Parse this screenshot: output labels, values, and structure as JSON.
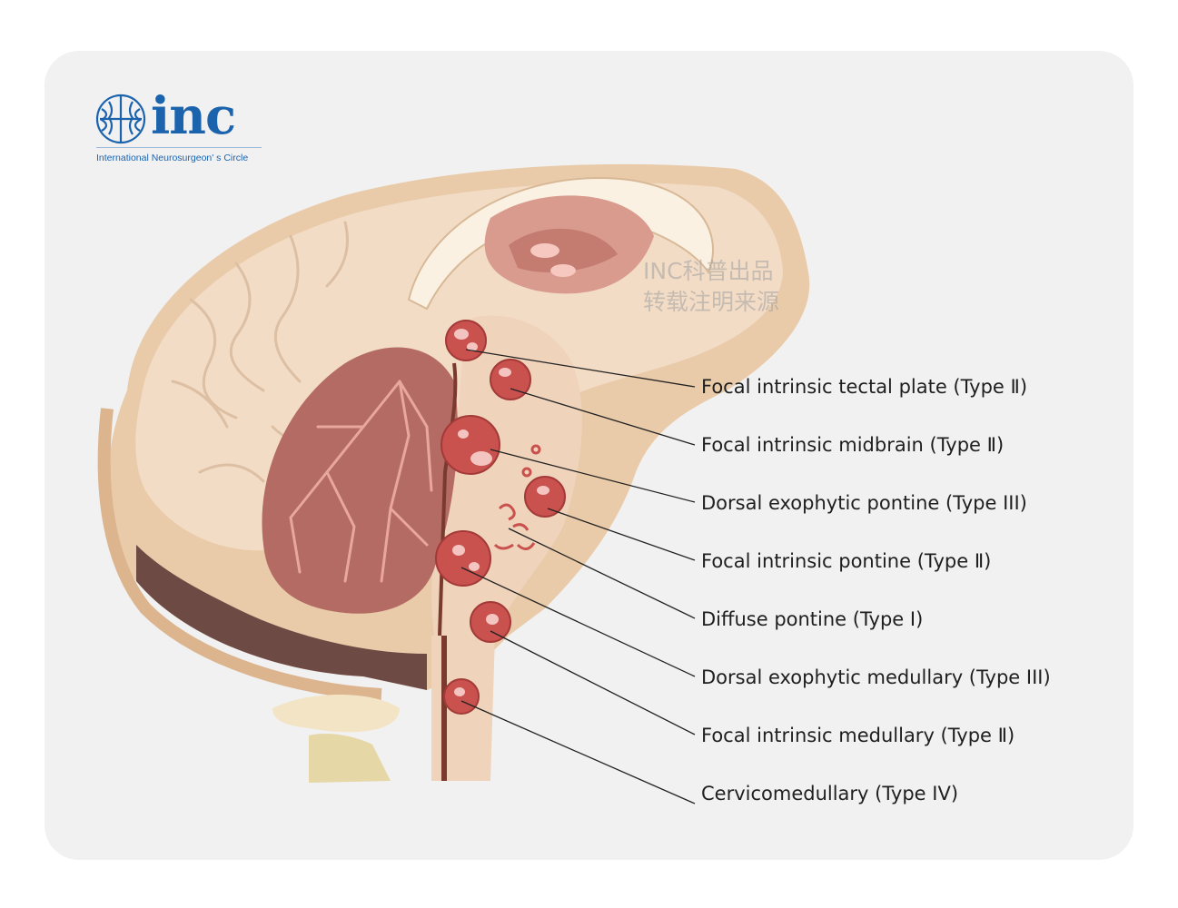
{
  "brand": {
    "name": "inc",
    "subtitle": "International  Neurosurgeon' s  Circle",
    "logo_color": "#1c63ae"
  },
  "watermark": {
    "line1": "INC科普出品",
    "line2": "转载注明来源"
  },
  "labels": [
    {
      "text": "Focal intrinsic tectal plate (Type Ⅱ)"
    },
    {
      "text": "Focal intrinsic midbrain (Type Ⅱ)"
    },
    {
      "text": "Dorsal exophytic pontine (Type III)"
    },
    {
      "text": "Focal intrinsic pontine (Type Ⅱ)"
    },
    {
      "text": "Diffuse pontine (Type Ⅰ)"
    },
    {
      "text": "Dorsal exophytic medullary (Type III)"
    },
    {
      "text": "Focal intrinsic medullary (Type Ⅱ)"
    },
    {
      "text": "Cervicomedullary (Type IV)"
    }
  ],
  "colors": {
    "card": "#f1f1f1",
    "tumor": "#c9514e",
    "cerebellum": "#b46b63",
    "brain": "#f1d9c2",
    "skull": "#e8c9a6"
  }
}
